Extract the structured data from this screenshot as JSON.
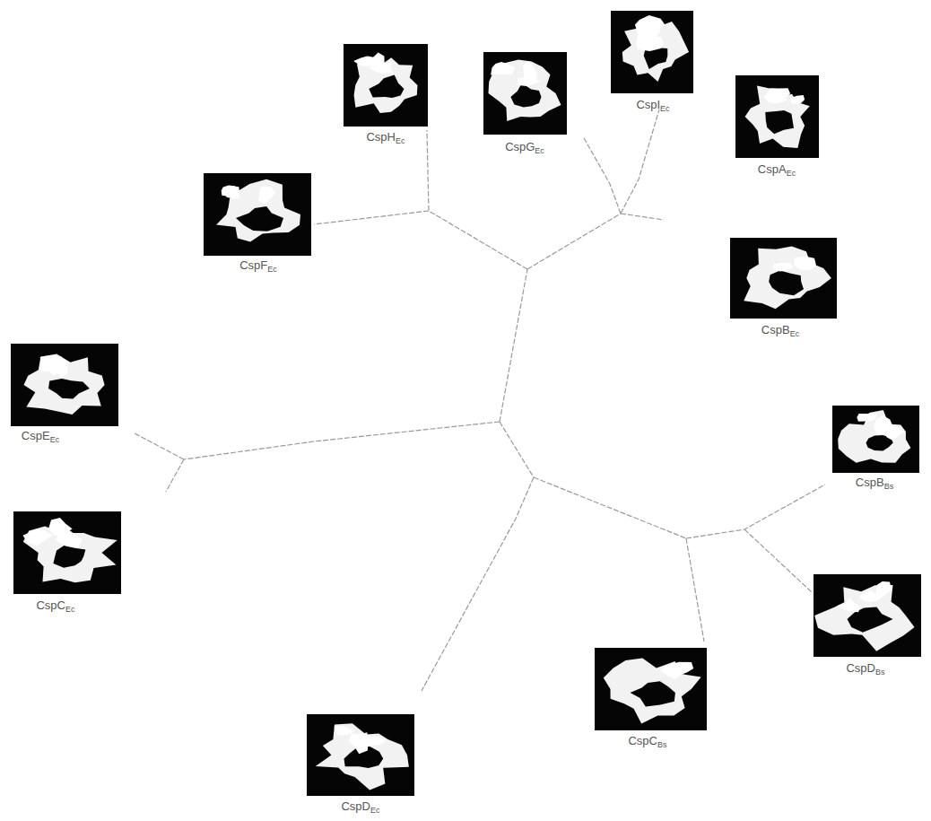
{
  "diagram": {
    "nodes": [
      {
        "text": [
          "CspH",
          "Ec"
        ]
      },
      {
        "text": [
          "CspG",
          "Ec"
        ]
      },
      {
        "text": [
          "CspI",
          "Ec"
        ]
      },
      {
        "text": [
          "CspA",
          "Ec"
        ]
      },
      {
        "text": [
          "CspB",
          "Ec"
        ]
      },
      {
        "text": [
          "CspF",
          "Ec"
        ]
      },
      {
        "text": [
          "CspE",
          "Ec"
        ]
      },
      {
        "text": [
          "CspC",
          "Ec"
        ]
      },
      {
        "text": [
          "CspB",
          "Bs"
        ]
      },
      {
        "text": [
          "CspD",
          "Bs"
        ]
      },
      {
        "text": [
          "CspC",
          "Bs"
        ]
      },
      {
        "text": [
          "CspD",
          "Ec"
        ]
      }
    ]
  }
}
